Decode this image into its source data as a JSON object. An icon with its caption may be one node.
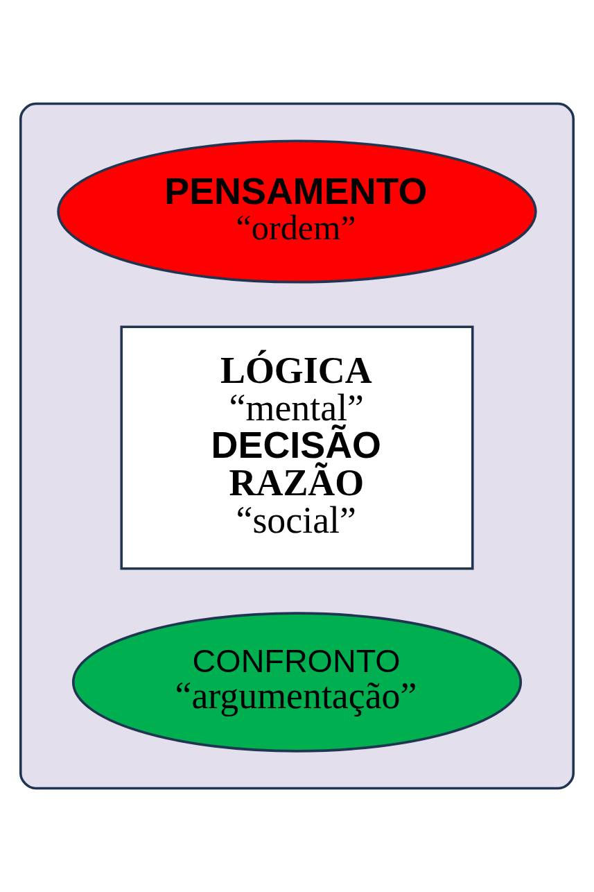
{
  "diagram": {
    "nodes": [
      {
        "text": [],
        "shape": "box"
      },
      {
        "text": [
          "PENSAMENTO",
          "“ordem”"
        ],
        "in": 0
      },
      {
        "text": [
          "LÓGICA",
          "“mental”",
          "DECISÃO",
          "RAZÃO",
          "“social”"
        ],
        "in": 0
      },
      {
        "text": [
          "CONFRONTO",
          "“argumentação”"
        ],
        "in": 0
      }
    ]
  }
}
